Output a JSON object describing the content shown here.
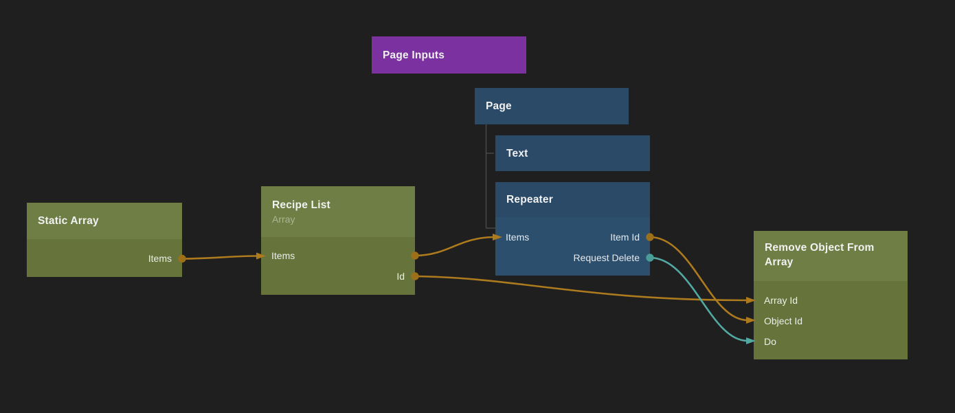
{
  "app": {
    "view": "node-graph-canvas"
  },
  "colors": {
    "background": "#1f1f1f",
    "component_node": "#7b31a0",
    "visual_node_header": "#2a4a67",
    "visual_node_body": "#2c4f6e",
    "data_node_header": "#6f7e45",
    "data_node_body": "#66743c",
    "wire_data": "#ad7b1e",
    "wire_signal": "#53a9a2",
    "hierarchy_line": "#4d4d4d",
    "title_text": "#f1f1f1",
    "subtitle_text": "rgba(255,255,255,0.42)"
  },
  "nodes": {
    "page_inputs": {
      "title": "Page Inputs"
    },
    "page": {
      "title": "Page"
    },
    "text": {
      "title": "Text"
    },
    "repeater": {
      "title": "Repeater",
      "ports": {
        "items_in": "Items",
        "item_id_out": "Item Id",
        "request_delete_out": "Request Delete"
      }
    },
    "static_array": {
      "title": "Static Array",
      "ports": {
        "items_out": "Items"
      }
    },
    "recipe_list": {
      "title": "Recipe List",
      "subtitle": "Array",
      "ports": {
        "items_in_out": "Items",
        "id_out": "Id"
      }
    },
    "remove_object_from_array": {
      "title": "Remove Object From Array",
      "ports": {
        "array_id_in": "Array Id",
        "object_id_in": "Object Id",
        "do_in": "Do"
      }
    }
  },
  "connections": [
    {
      "from": "Static Array / Items",
      "to": "Recipe List / Items",
      "kind": "data"
    },
    {
      "from": "Recipe List / Items",
      "to": "Repeater / Items",
      "kind": "data"
    },
    {
      "from": "Recipe List / Id",
      "to": "Remove Object From Array / Array Id",
      "kind": "data"
    },
    {
      "from": "Repeater / Item Id",
      "to": "Remove Object From Array / Object Id",
      "kind": "data"
    },
    {
      "from": "Repeater / Request Delete",
      "to": "Remove Object From Array / Do",
      "kind": "signal"
    }
  ],
  "hierarchy": [
    {
      "parent": "Page",
      "children": [
        "Text",
        "Repeater"
      ]
    }
  ]
}
